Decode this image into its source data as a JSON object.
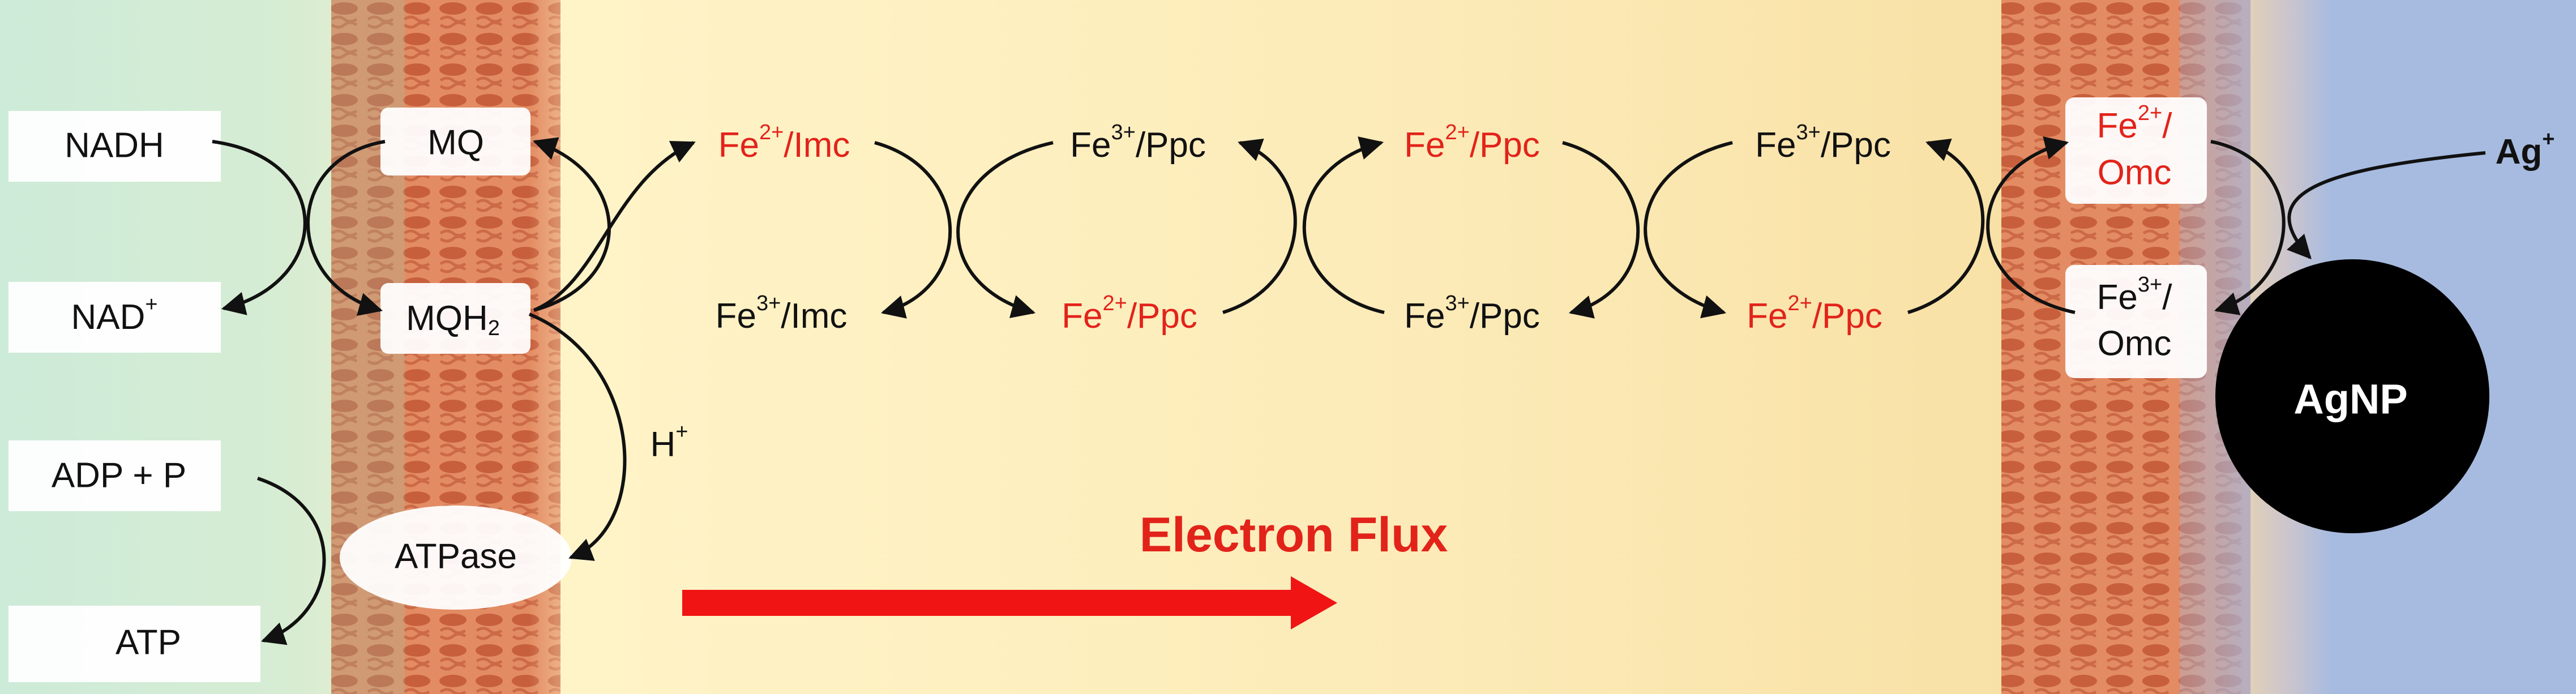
{
  "colors": {
    "cytoplasm": "#cdebd9",
    "periplasm_light": "#fff4c8",
    "periplasm": "#f9e2a6",
    "membrane": "#e08a62",
    "membrane_pattern": "#c45e3c",
    "extracellular": "#a7bbe0",
    "red_text": "#e2231a",
    "black_text": "#111111",
    "particle": "#000000"
  },
  "labels": {
    "nadh": "NADH",
    "nad_base": "NAD",
    "nad_sup": "+",
    "adp": "ADP + P",
    "atp": "ATP",
    "mq": "MQ",
    "mqh_base": "MQH",
    "mqh_sub": "2",
    "atpase": "ATPase",
    "h_base": "H",
    "h_sup": "+",
    "fe": "Fe",
    "sup2": "2+",
    "sup3": "3+",
    "imc": "/Imc",
    "ppc": "/Ppc",
    "omc_slash": "/",
    "omc": "Omc",
    "ag_base": "Ag",
    "ag_sup": "+",
    "agnp": "AgNP",
    "electron_flux": "Electron Flux"
  }
}
